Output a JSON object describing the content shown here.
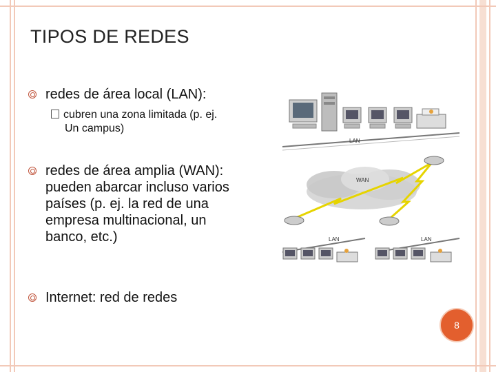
{
  "slide": {
    "title": "TIPOS DE REDES",
    "page_number": "8",
    "bullets": [
      {
        "text": "redes de área local (LAN):"
      },
      {
        "text": "redes de área amplia (WAN): pueden abarcar incluso varios países (p. ej. la red de una empresa multinacional, un banco, etc.)"
      },
      {
        "text": "Internet: red de redes"
      }
    ],
    "sub_bullet": {
      "line1": "cubren una zona limitada (p. ej.",
      "line2": "Un campus)"
    }
  },
  "diagram": {
    "labels": {
      "lan_top": "LAN",
      "wan": "WAN",
      "lan_left": "LAN",
      "lan_right": "LAN"
    }
  },
  "colors": {
    "accent": "#e35f2e",
    "frame": "#f2c9b8",
    "bullet": "#c0533a"
  }
}
